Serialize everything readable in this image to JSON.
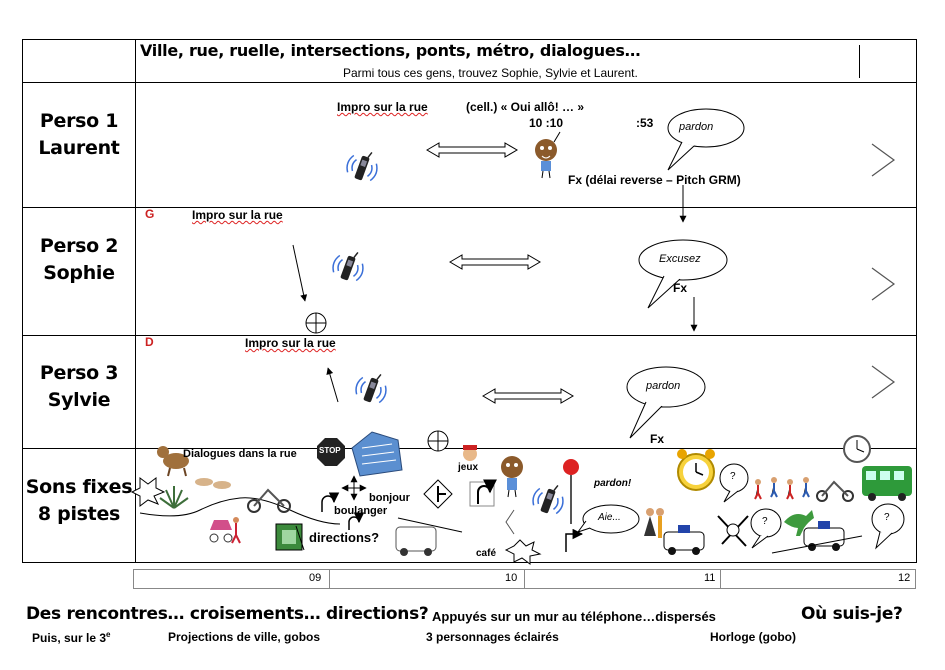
{
  "header": {
    "title": "Ville, rue, ruelle, intersections, ponts, métro, dialogues…",
    "subtitle": "Parmi tous ces gens, trouvez Sophie, Sylvie et Laurent."
  },
  "rows": [
    {
      "line1": "Perso 1",
      "line2": "Laurent"
    },
    {
      "line1": "Perso 2",
      "line2": "Sophie"
    },
    {
      "line1": "Perso 3",
      "line2": "Sylvie"
    },
    {
      "line1": "Sons fixes",
      "line2": "8 pistes"
    }
  ],
  "row1": {
    "impro": "Impro sur la rue",
    "cell": "(cell.) « Oui allô! … »",
    "time1": "10 :10",
    "time2": ":53",
    "bubble": "pardon",
    "fx": "Fx (délai reverse – Pitch GRM)"
  },
  "row2": {
    "marker": "G",
    "impro": "Impro sur la rue",
    "bubble": "Excusez",
    "fx": "Fx"
  },
  "row3": {
    "marker": "D",
    "impro": "Impro sur la rue",
    "bubble": "pardon",
    "fx": "Fx"
  },
  "row4": {
    "dialogues": "Dialogues dans la rue",
    "stop": "STOP",
    "jeux": "jeux",
    "bonjour": "bonjour",
    "boulanger": "boulanger",
    "directions": "directions?",
    "cafe": "café",
    "pardon": "pardon!",
    "aie": "Aie...",
    "q1": "?",
    "q2": "?",
    "q3": "?"
  },
  "timeline": {
    "ticks": [
      "09",
      "10",
      "11",
      "12"
    ]
  },
  "footer": {
    "line1_a": "Des rencontres… croisements… directions?",
    "line1_b": "Appuyés sur un mur  au téléphone…dispersés",
    "line1_c": "Où suis-je?",
    "line2_a": "Puis, sur le 3",
    "line2_a_sup": "e",
    "line2_b": "Projections de ville, gobos",
    "line2_c": "3 personnages éclairés",
    "line2_d": "Horloge (gobo)"
  },
  "colors": {
    "marker_red": "#cc2222",
    "phone_waves": "#3a6fd8",
    "bus_green": "#2e9a3a"
  }
}
